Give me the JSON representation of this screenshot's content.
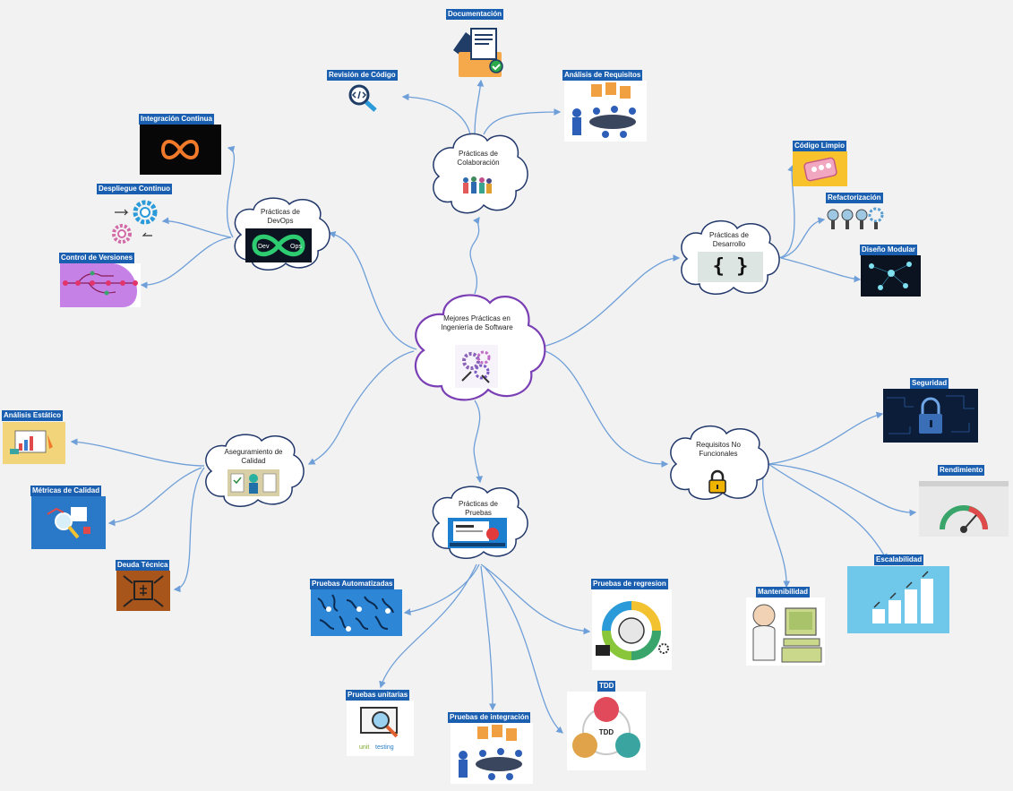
{
  "center": {
    "title": "Mejores Prácticas en Ingeniería de Software"
  },
  "branches": {
    "colaboracion": "Prácticas de Colaboración",
    "devops": "Prácticas de DevOps",
    "desarrollo": "Prácticas de Desarrollo",
    "calidad": "Aseguramiento de Calidad",
    "pruebas": "Prácticas de Pruebas",
    "no_funcionales": "Requisitos No Funcionales"
  },
  "leaves": {
    "documentacion": "Documentación",
    "revision_codigo": "Revisión de Código",
    "analisis_requisitos": "Análisis de Requisitos",
    "integracion_continua": "Integración Continua",
    "despliegue_continuo": "Despliegue Continuo",
    "control_versiones": "Control de Versiones",
    "codigo_limpio": "Código Limpio",
    "refactorizacion": "Refactorización",
    "diseno_modular": "Diseño Modular",
    "analisis_estatico": "Análisis Estático",
    "metricas_calidad": "Métricas de Calidad",
    "deuda_tecnica": "Deuda Técnica",
    "seguridad": "Seguridad",
    "rendimiento": "Rendimiento",
    "escalabilidad": "Escalabilidad",
    "mantenibilidad": "Mantenibilidad",
    "pruebas_automatizadas": "Pruebas Automatizadas",
    "pruebas_regresion": "Pruebas de regresion",
    "pruebas_unitarias": "Pruebas unitarias",
    "pruebas_integracion": "Pruebas de integración",
    "tdd": "TDD"
  },
  "image_text": {
    "devops_dev": "Dev",
    "devops_ops": "Ops",
    "braces": "{ }",
    "unit_testing_1": "unit",
    "unit_testing_2": "testing",
    "tdd_center": "TDD"
  },
  "colors": {
    "background": "#f2f2f2",
    "edge": "#6f9fd8",
    "label_bg": "#1a5fb0",
    "center_border": "#7a3fb5",
    "branch_border": "#22386b"
  }
}
